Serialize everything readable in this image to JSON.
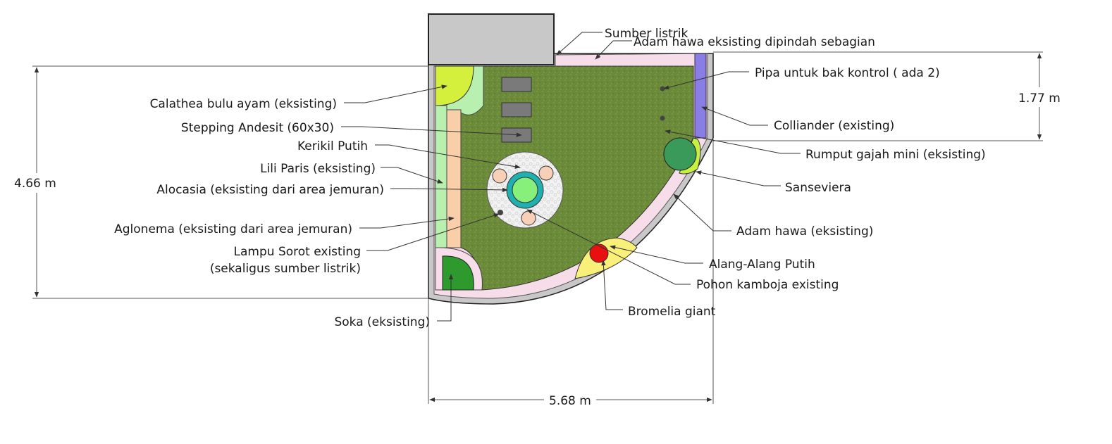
{
  "labels": {
    "sumber_listrik": "Sumber listrik",
    "adam_hawa_pindah": "Adam hawa eksisting dipindah sebagian",
    "pipa": "Pipa untuk bak kontrol ( ada 2)",
    "colliander": "Colliander (existing)",
    "rumput": "Rumput gajah mini (eksisting)",
    "sanseviera": "Sanseviera",
    "adam_hawa": "Adam hawa (eksisting)",
    "alang": "Alang-Alang Putih",
    "kamboja": "Pohon kamboja existing",
    "bromelia": "Bromelia giant",
    "calathea": "Calathea bulu ayam (eksisting)",
    "stepping": "Stepping Andesit (60x30)",
    "kerikil": "Kerikil Putih",
    "lili": "Lili Paris (eksisting)",
    "alocasia": "Alocasia (eksisting dari area jemuran)",
    "aglonema": "Aglonema (eksisting dari area jemuran)",
    "lampu_1": "Lampu Sorot existing",
    "lampu_2": "(sekaligus sumber listrik)",
    "soka": "Soka (eksisting)"
  },
  "dimensions": {
    "height": "4.66 m",
    "width": "5.68 m",
    "partial": "1.77 m"
  },
  "colors": {
    "lawn": "#6b8a3a",
    "wall": "#c8c8c8",
    "border_bed": "#f7dce9",
    "gravel": "#f0f0f0",
    "colliander": "#8a7ee6",
    "calathea": "#d4f03c",
    "lili": "#b8f0b0",
    "aglonema": "#f8cfa8",
    "soka": "#2e9a2e",
    "sanseviera": "#3a9a5a",
    "alang": "#f8f078",
    "bromelia": "#e81010",
    "kamboja": "#20b0b0",
    "alocasia": "#f8d0b8"
  }
}
